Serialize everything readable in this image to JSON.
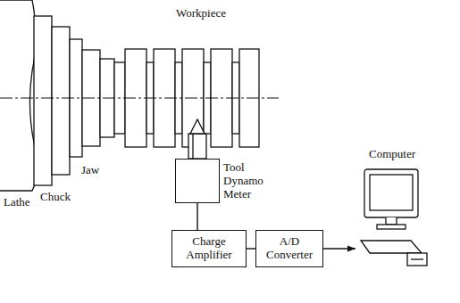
{
  "diagram": {
    "nodes": [
      {
        "text": [
          "Tool Dynamo Meter"
        ]
      },
      {
        "text": [
          "Charge Amplifier"
        ]
      },
      {
        "text": [
          "A/D Converter"
        ]
      },
      {
        "text": [
          "Computer"
        ]
      }
    ],
    "edges": [
      {
        "from": 0,
        "to": 1,
        "arrow": "none"
      },
      {
        "from": 1,
        "to": 2,
        "arrow": "none"
      },
      {
        "from": 2,
        "to": 3,
        "arrow": "to"
      }
    ],
    "labels": [
      "Workpiece",
      "Lathe",
      "Chuck",
      "Jaw"
    ]
  }
}
